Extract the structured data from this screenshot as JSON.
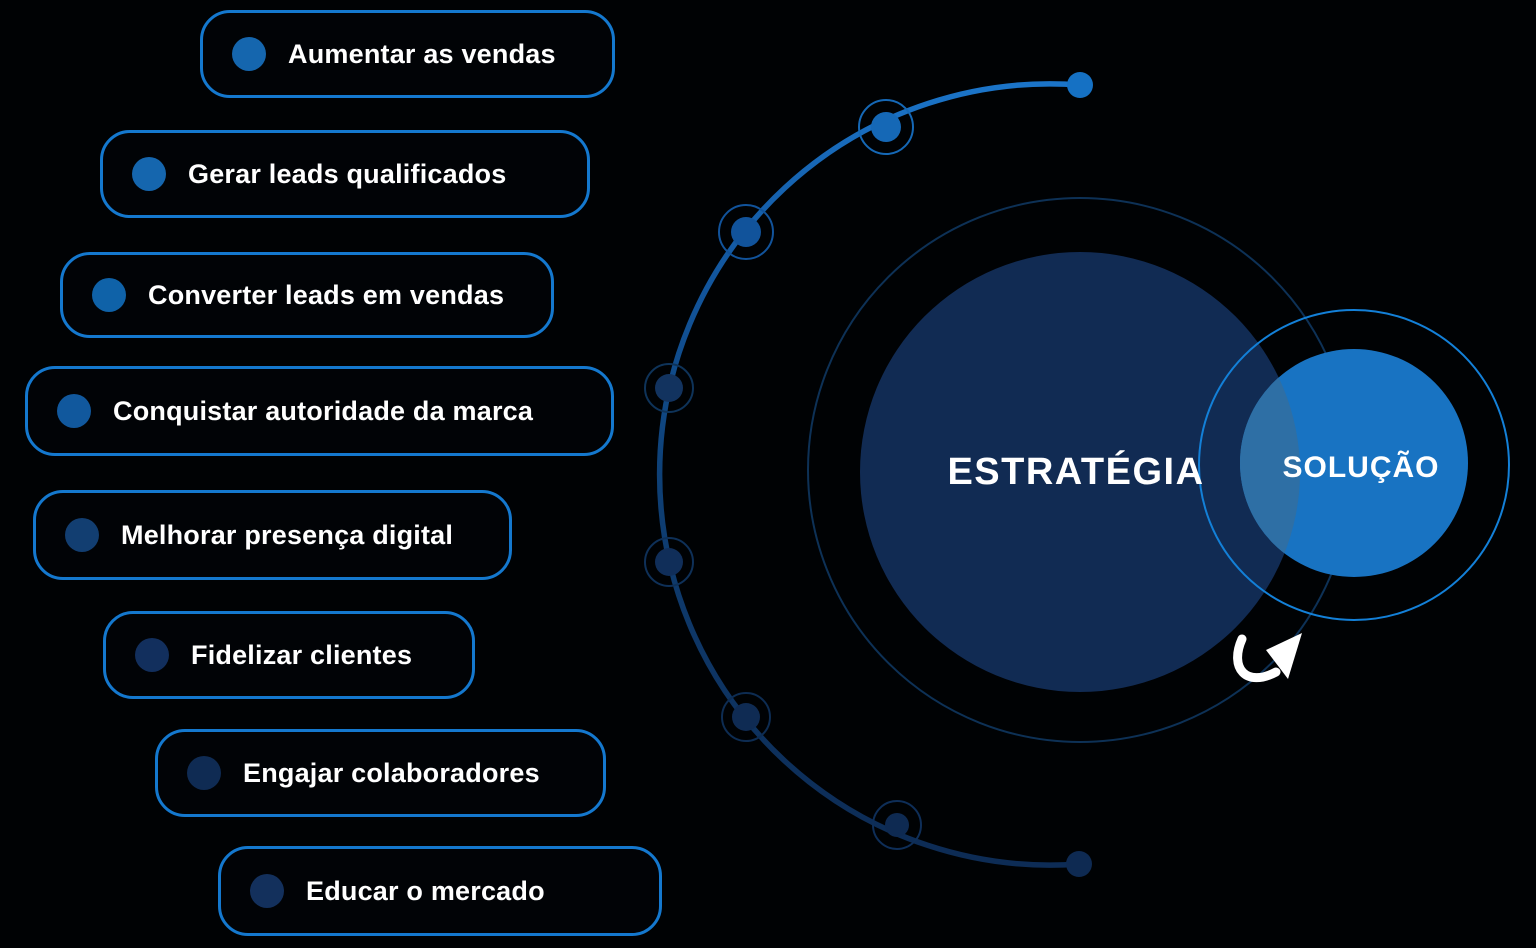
{
  "diagram": {
    "goals": [
      {
        "label": "Aumentar as vendas",
        "dot_color": "#1566AE"
      },
      {
        "label": "Gerar leads qualificados",
        "dot_color": "#1566AE"
      },
      {
        "label": "Converter leads em vendas",
        "dot_color": "#0F62A8"
      },
      {
        "label": "Conquistar autoridade da marca",
        "dot_color": "#11589D"
      },
      {
        "label": "Melhorar presença digital",
        "dot_color": "#123E71"
      },
      {
        "label": "Fidelizar clientes",
        "dot_color": "#122F5D"
      },
      {
        "label": "Engajar colaboradores",
        "dot_color": "#0F2B53"
      },
      {
        "label": "Educar o mercado",
        "dot_color": "#13305C"
      }
    ],
    "venn": {
      "strategy_label": "ESTRATÉGIA",
      "solution_label": "SOLUÇÃO"
    },
    "colors": {
      "background": "#000204",
      "pill_border": "#1478CE",
      "pill_text": "#FFFFFF",
      "strategy_circle": "#112B53",
      "strategy_ring": "#0D3156",
      "solution_circle": "#1873C2",
      "solution_ring": "#1380D8",
      "overlap_region": "#2E6FA5",
      "orbit_gradient_top": "#1B74C8",
      "orbit_gradient_mid": "#0E4076",
      "orbit_gradient_bottom": "#0D2A52",
      "arrow": "#FFFFFF",
      "label_text": "#FFFFFF"
    },
    "icons": [
      "bullet-dot-icon",
      "orbit-node",
      "curved-arrow-icon"
    ]
  }
}
